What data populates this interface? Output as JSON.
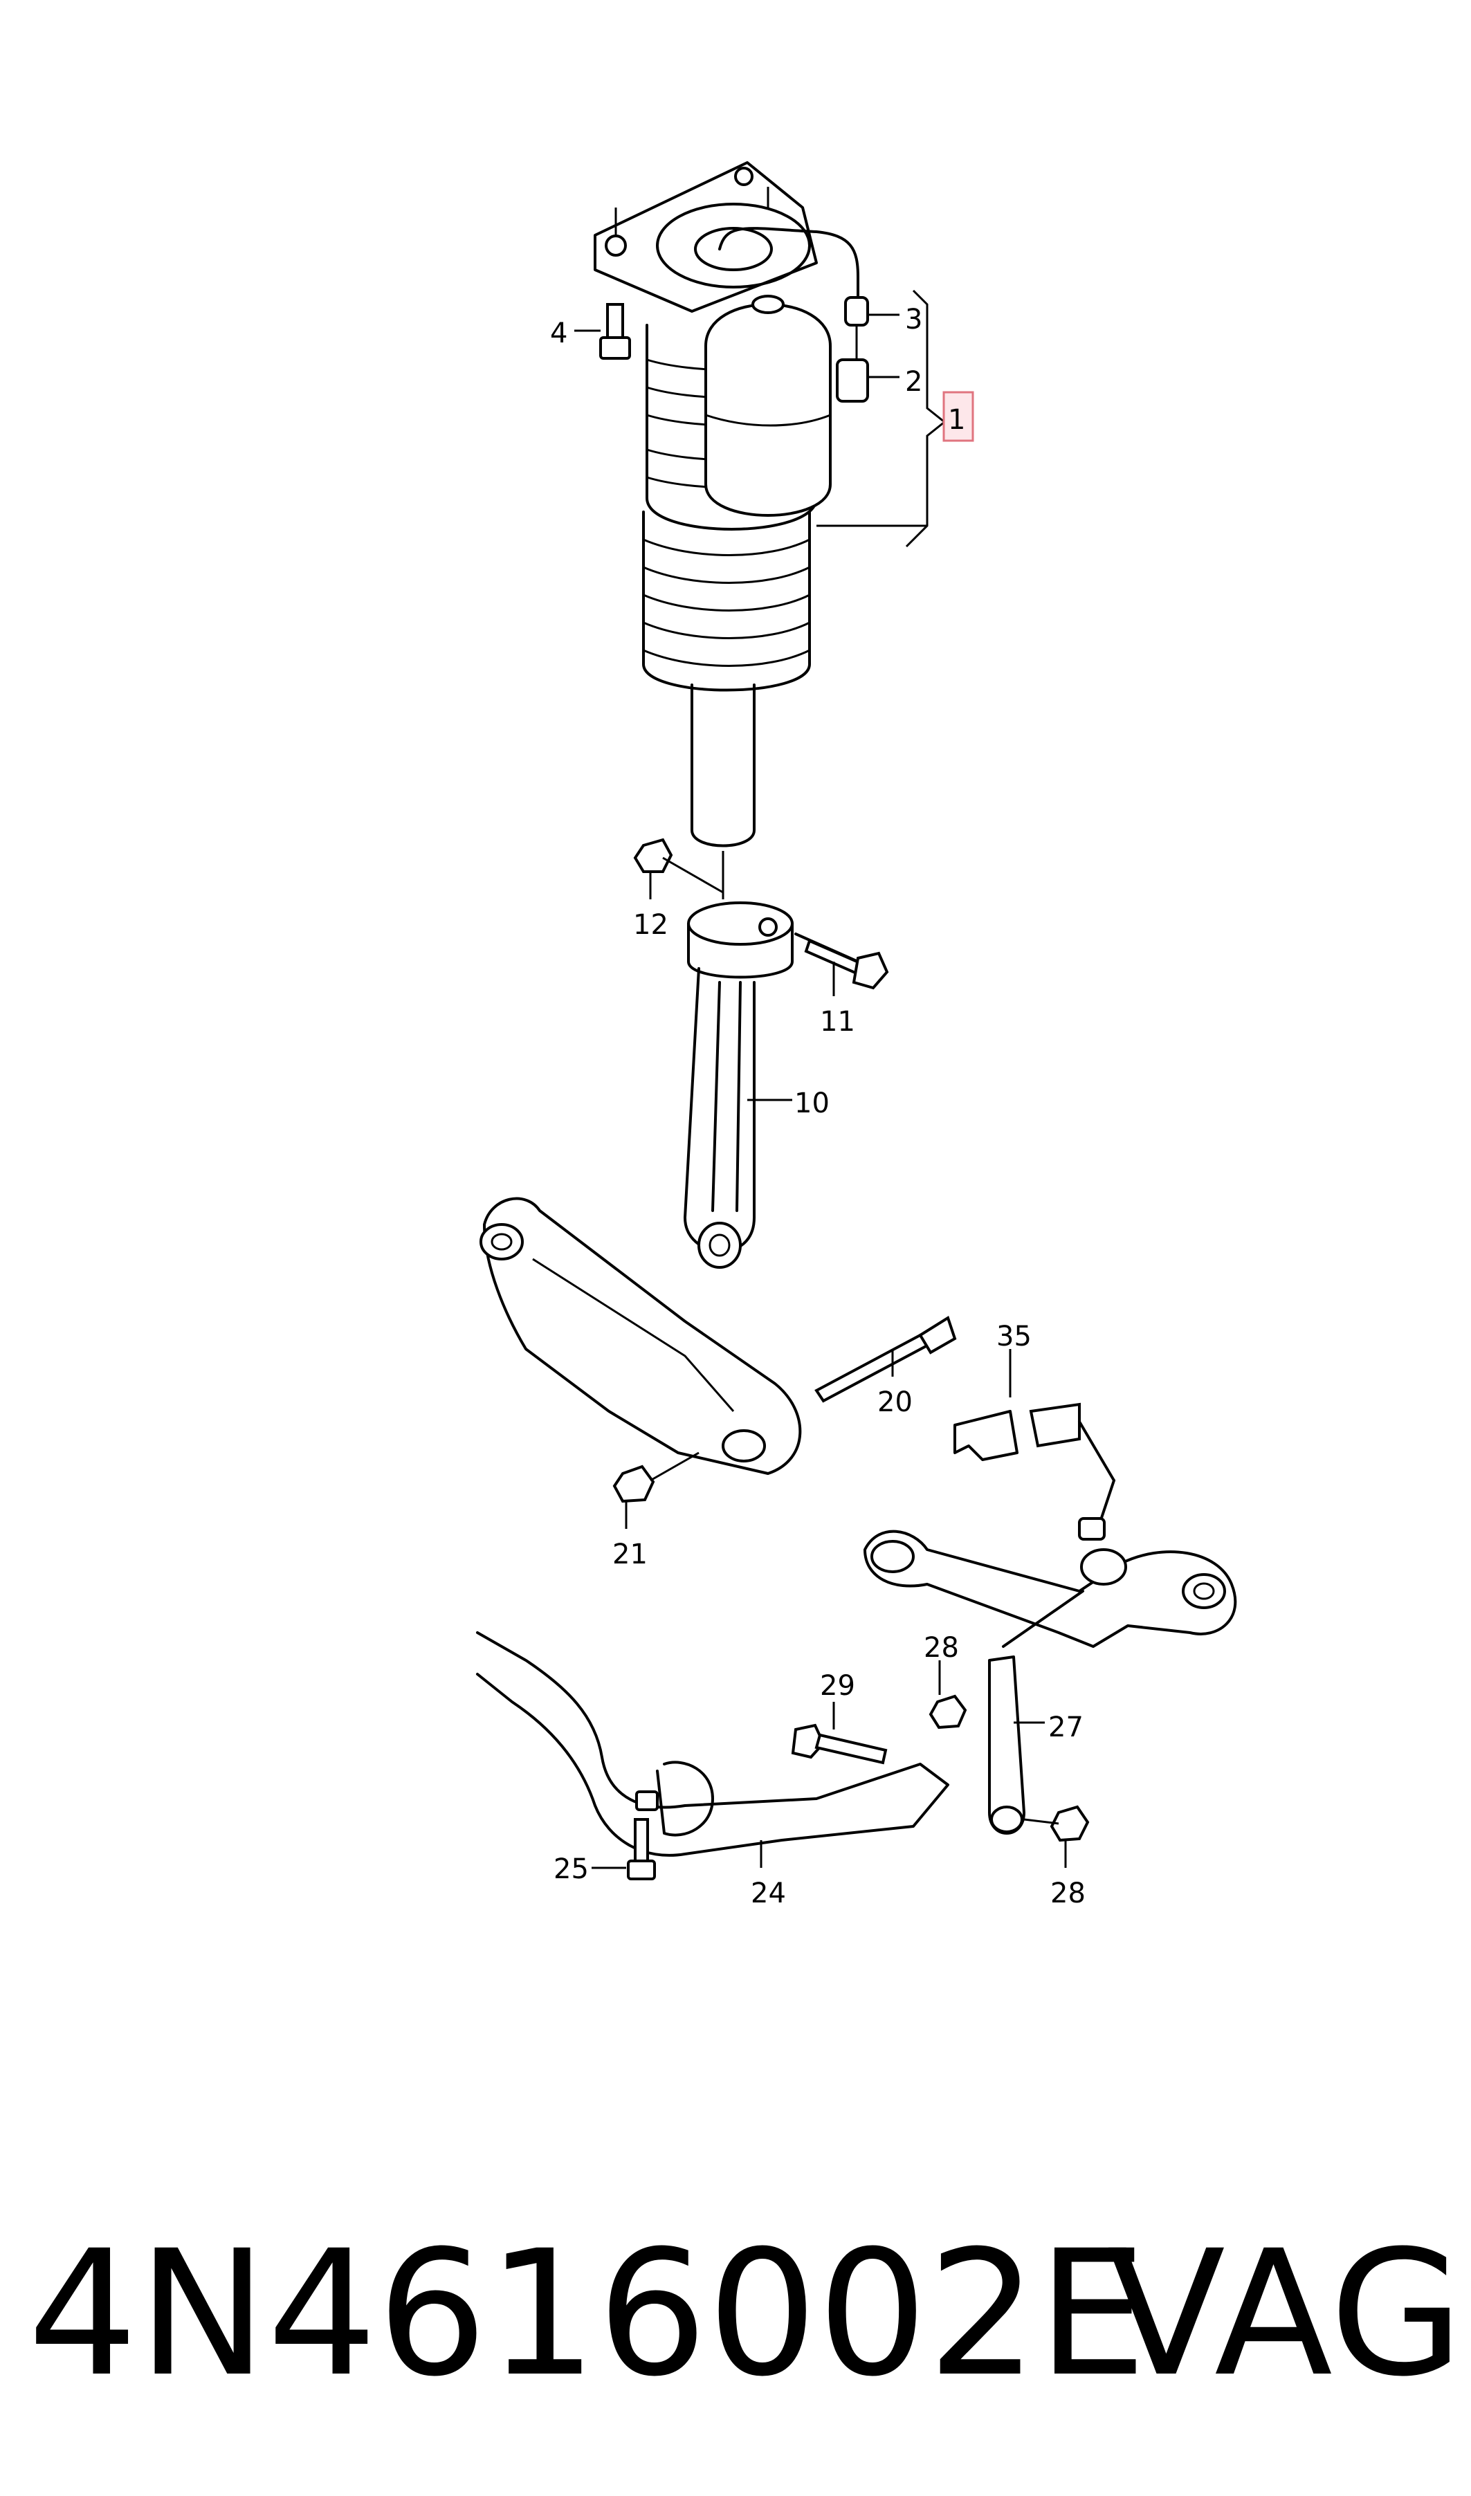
{
  "diagram": {
    "callouts": {
      "c1": "1",
      "c2": "2",
      "c3": "3",
      "c4": "4",
      "c10": "10",
      "c11": "11",
      "c12": "12",
      "c20": "20",
      "c21": "21",
      "c24": "24",
      "c25": "25",
      "c27": "27",
      "c28a": "28",
      "c28b": "28",
      "c29": "29",
      "c35": "35"
    },
    "highlight_color": "#e0747f",
    "line_color": "#000000"
  },
  "caption": {
    "part_number": "4N4616002E",
    "brand": "VAG"
  }
}
